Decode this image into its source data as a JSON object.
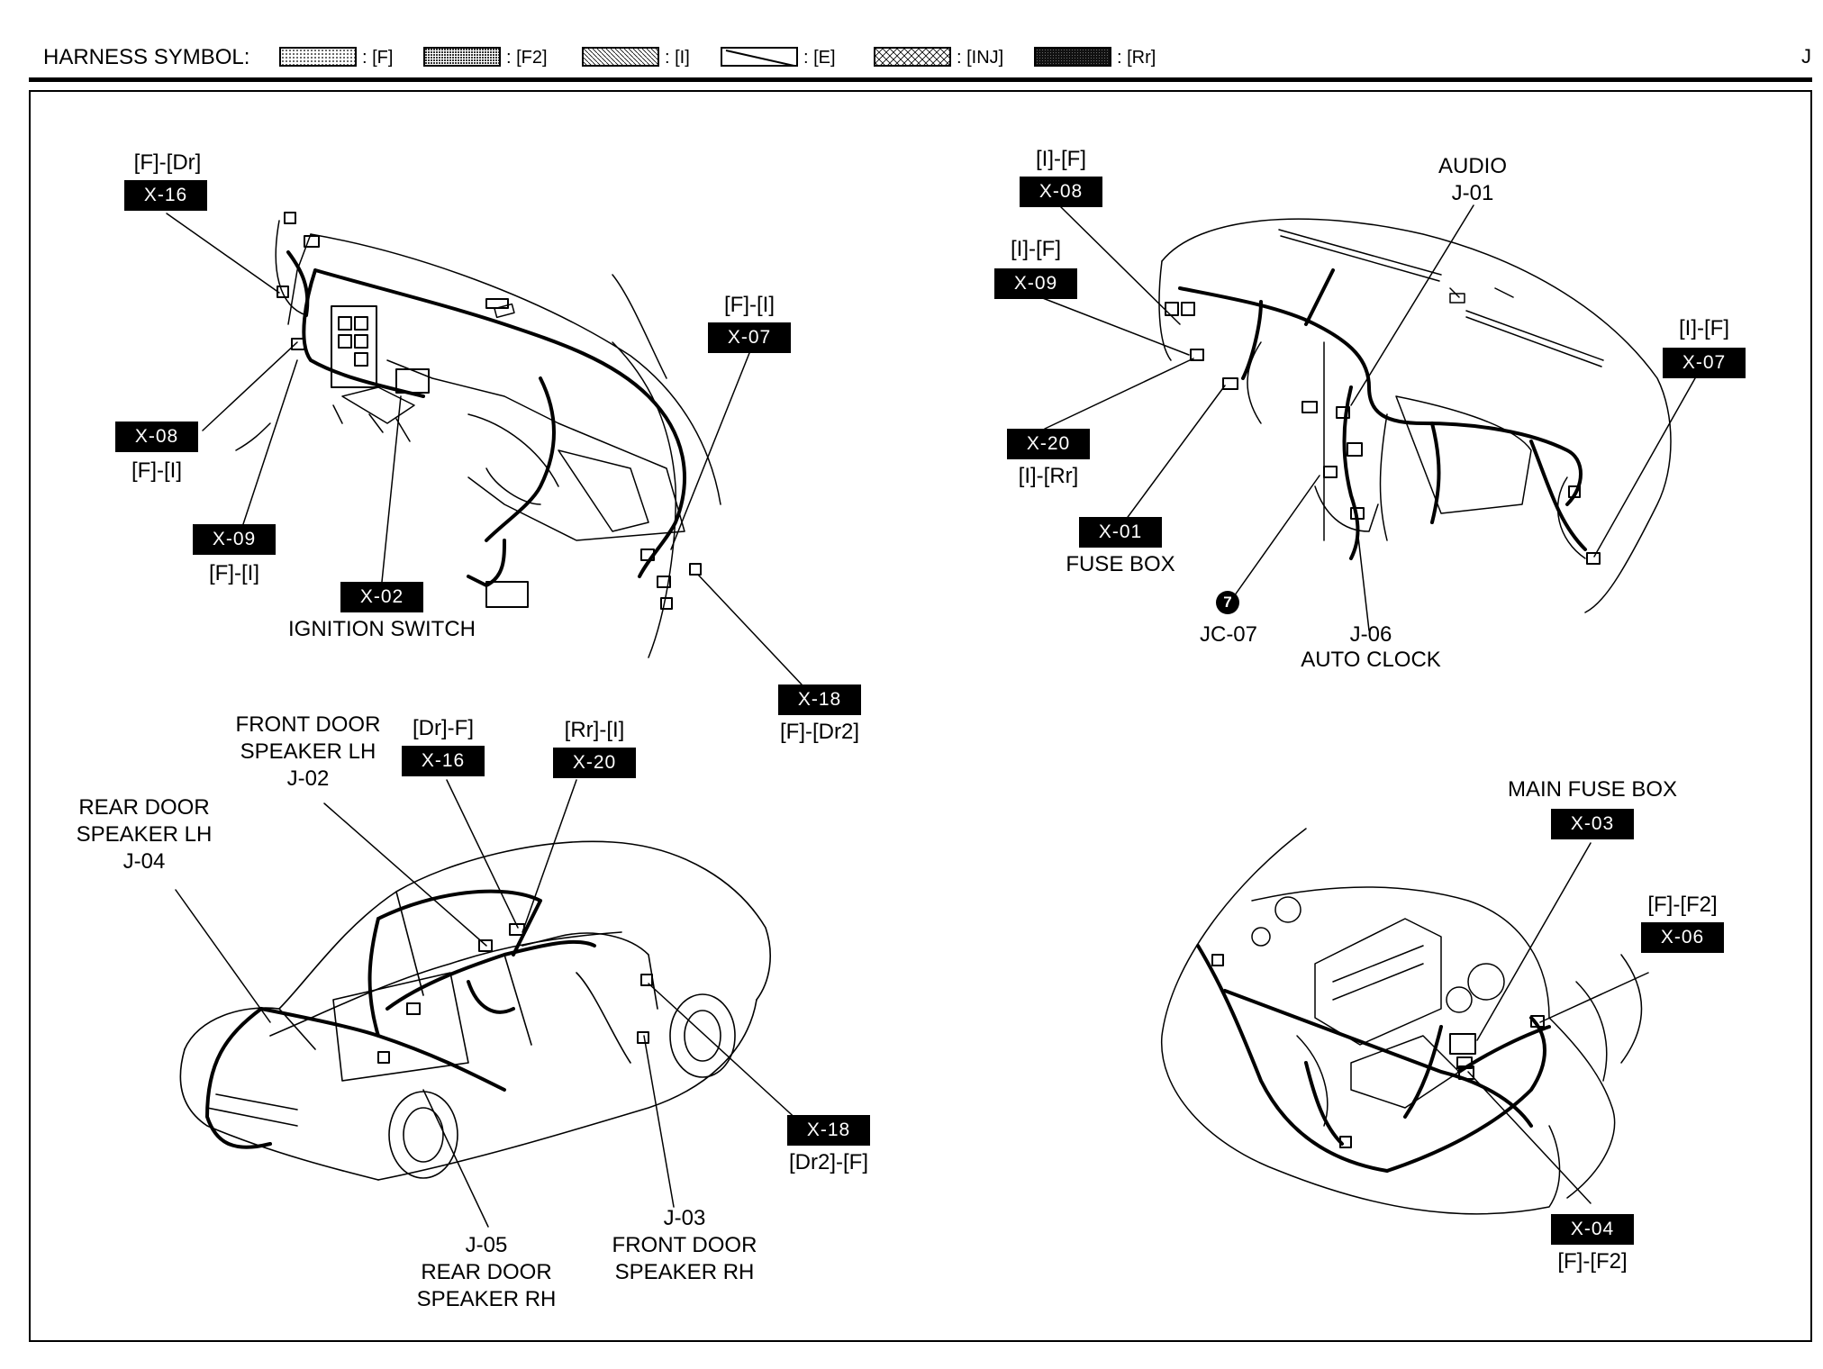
{
  "header": {
    "harness_symbol_label": "HARNESS SYMBOL:",
    "page_letter": "J",
    "legend": [
      {
        "label": ": [F]",
        "pattern": "dots"
      },
      {
        "label": ": [F2]",
        "pattern": "dense"
      },
      {
        "label": ": [I]",
        "pattern": "fine-hatch"
      },
      {
        "label": ": [E]",
        "pattern": "diagonal"
      },
      {
        "label": ": [INJ]",
        "pattern": "cross"
      },
      {
        "label": ": [Rr]",
        "pattern": "dark"
      }
    ]
  },
  "panel_tl": {
    "x16": {
      "route": "[F]-[Dr]",
      "code": "X-16"
    },
    "x07": {
      "route": "[F]-[I]",
      "code": "X-07"
    },
    "x08": {
      "code": "X-08",
      "route": "[F]-[I]"
    },
    "x09": {
      "code": "X-09",
      "route": "[F]-[I]"
    },
    "x02": {
      "code": "X-02",
      "name": "IGNITION SWITCH"
    },
    "x18": {
      "code": "X-18",
      "route": "[F]-[Dr2]"
    }
  },
  "panel_tr": {
    "x08": {
      "route": "[I]-[F]",
      "code": "X-08"
    },
    "x09": {
      "route": "[I]-[F]",
      "code": "X-09"
    },
    "audio": {
      "name": "AUDIO",
      "code": "J-01"
    },
    "x07": {
      "route": "[I]-[F]",
      "code": "X-07"
    },
    "x20": {
      "code": "X-20",
      "route": "[I]-[Rr]"
    },
    "x01": {
      "code": "X-01",
      "name": "FUSE BOX"
    },
    "jc07": {
      "symbol": "7",
      "code": "JC-07"
    },
    "j06": {
      "code": "J-06",
      "name": "AUTO CLOCK"
    }
  },
  "panel_bl": {
    "j02": {
      "line1": "FRONT DOOR",
      "line2": "SPEAKER LH",
      "code": "J-02"
    },
    "x16": {
      "route": "[Dr]-F]",
      "code": "X-16"
    },
    "x20": {
      "route": "[Rr]-[I]",
      "code": "X-20"
    },
    "j04": {
      "line1": "REAR DOOR",
      "line2": "SPEAKER LH",
      "code": "J-04"
    },
    "x18": {
      "code": "X-18",
      "route": "[Dr2]-[F]"
    },
    "j05": {
      "code": "J-05",
      "line1": "REAR DOOR",
      "line2": "SPEAKER RH"
    },
    "j03": {
      "code": "J-03",
      "line1": "FRONT DOOR",
      "line2": "SPEAKER RH"
    }
  },
  "panel_br": {
    "x03": {
      "name": "MAIN FUSE BOX",
      "code": "X-03"
    },
    "x06": {
      "route": "[F]-[F2]",
      "code": "X-06"
    },
    "x04": {
      "code": "X-04",
      "route": "[F]-[F2]"
    }
  }
}
